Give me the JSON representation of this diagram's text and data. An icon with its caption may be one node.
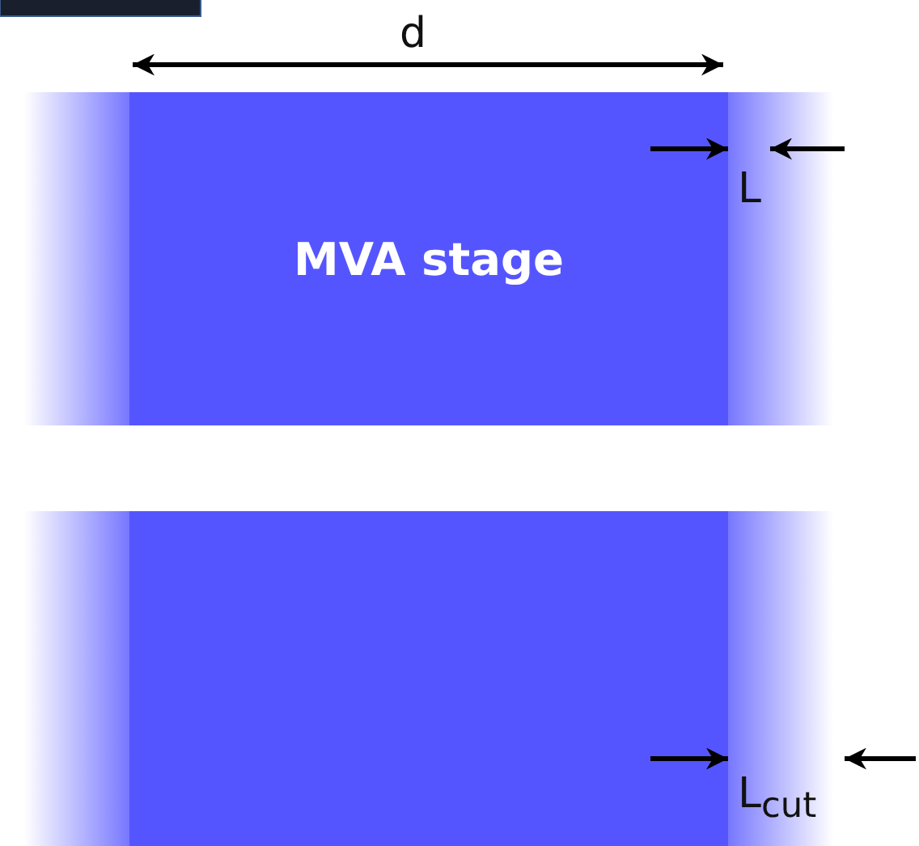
{
  "diagram": {
    "nodes": [
      {
        "text": [
          "MVA stage"
        ]
      },
      {
        "text": [],
        "shape": "box"
      }
    ],
    "labels": [
      "d",
      "L",
      "L$_{cut}$"
    ]
  }
}
